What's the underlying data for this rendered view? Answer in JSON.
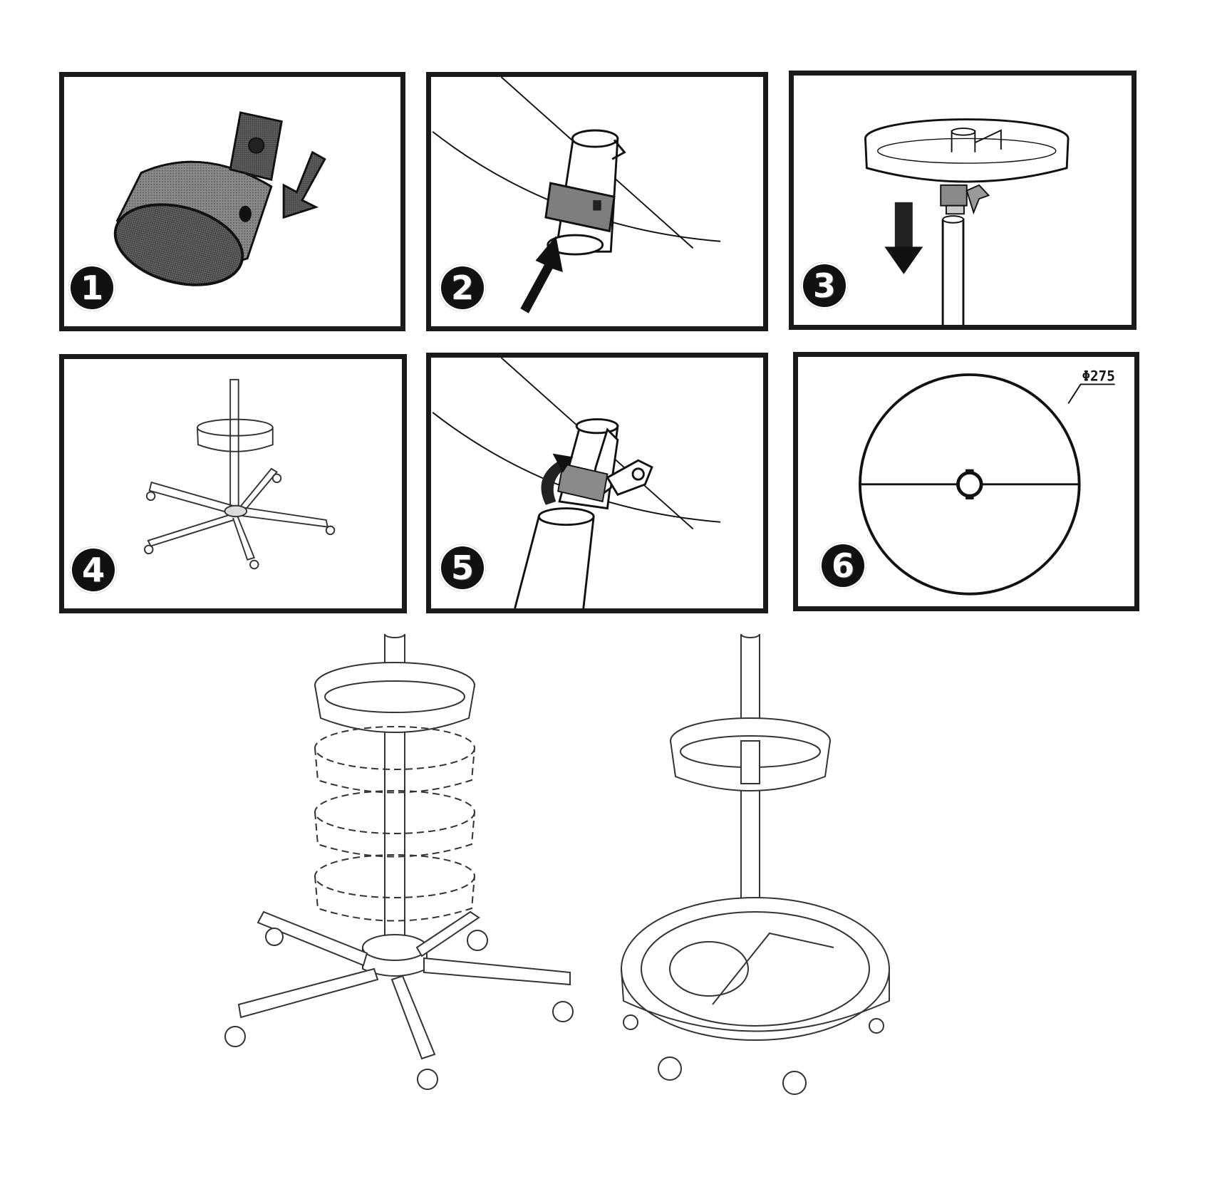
{
  "steps": [
    {
      "number": "1",
      "icon": "cap-insert-icon"
    },
    {
      "number": "2",
      "icon": "clamp-slide-icon"
    },
    {
      "number": "3",
      "icon": "tray-lower-icon"
    },
    {
      "number": "4",
      "icon": "assembled-stand-icon"
    },
    {
      "number": "5",
      "icon": "knob-tighten-icon"
    },
    {
      "number": "6",
      "icon": "tray-top-view-icon"
    }
  ],
  "dimension": {
    "label": "Φ275"
  },
  "colors": {
    "ink": "#111111",
    "shade": "#6e6e6e",
    "light": "#bdbdbd"
  }
}
